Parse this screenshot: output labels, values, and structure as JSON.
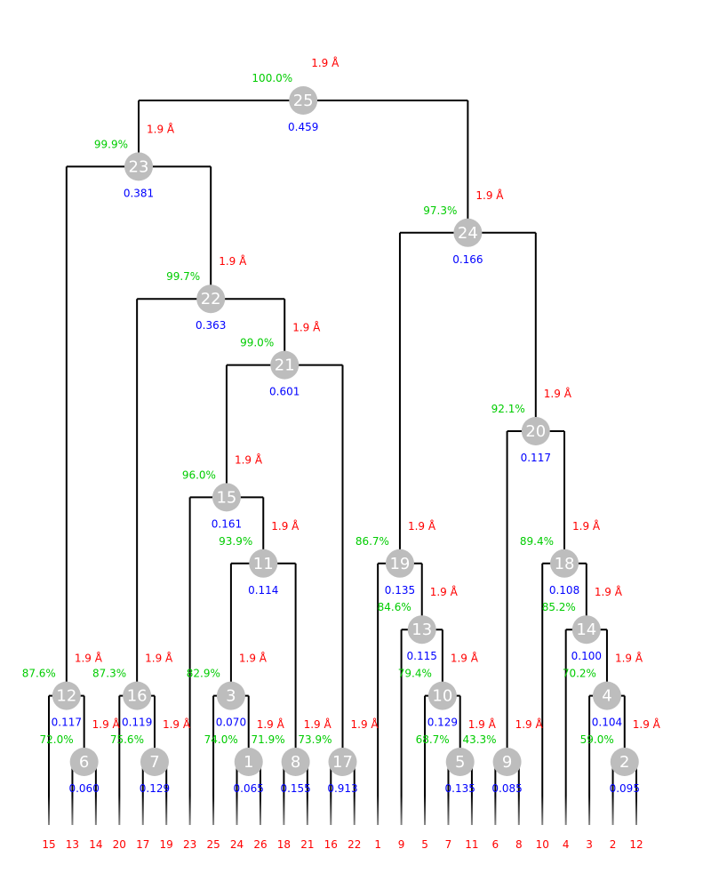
{
  "leaves": [
    "15",
    "13",
    "14",
    "20",
    "17",
    "19",
    "23",
    "25",
    "24",
    "26",
    "18",
    "21",
    "16",
    "22",
    "1",
    "9",
    "5",
    "7",
    "11",
    "6",
    "8",
    "10",
    "4",
    "3",
    "2",
    "12"
  ],
  "colors": {
    "support": "#00cc00",
    "resolution": "#ff0000",
    "distance": "#0000ff",
    "node": "#bdbdbd",
    "leaf_label": "#ff0000"
  },
  "nodes": [
    {
      "id": "25",
      "support": "100.0%",
      "resolution": "1.9 Å",
      "distance": "0.459",
      "children": [
        {
          "node": "23"
        },
        {
          "node": "24"
        }
      ]
    },
    {
      "id": "23",
      "support": "99.9%",
      "resolution": "1.9 Å",
      "distance": "0.381",
      "children": [
        {
          "node": "12"
        },
        {
          "node": "22"
        }
      ]
    },
    {
      "id": "24",
      "support": "97.3%",
      "resolution": "1.9 Å",
      "distance": "0.166",
      "children": [
        {
          "node": "19"
        },
        {
          "node": "20"
        }
      ]
    },
    {
      "id": "22",
      "support": "99.7%",
      "resolution": "1.9 Å",
      "distance": "0.363",
      "children": [
        {
          "node": "16"
        },
        {
          "node": "21"
        }
      ]
    },
    {
      "id": "21",
      "support": "99.0%",
      "resolution": "1.9 Å",
      "distance": "0.601",
      "children": [
        {
          "node": "15"
        },
        {
          "node": "17"
        }
      ]
    },
    {
      "id": "20",
      "support": "92.1%",
      "resolution": "1.9 Å",
      "distance": "0.117",
      "children": [
        {
          "node": "9"
        },
        {
          "node": "18"
        }
      ]
    },
    {
      "id": "15",
      "support": "96.0%",
      "resolution": "1.9 Å",
      "distance": "0.161",
      "children": [
        {
          "leaf": "23"
        },
        {
          "node": "11"
        }
      ]
    },
    {
      "id": "11",
      "support": "93.9%",
      "resolution": "1.9 Å",
      "distance": "0.114",
      "children": [
        {
          "node": "3"
        },
        {
          "node": "8"
        }
      ]
    },
    {
      "id": "19",
      "support": "86.7%",
      "resolution": "1.9 Å",
      "distance": "0.135",
      "children": [
        {
          "leaf": "1"
        },
        {
          "node": "13"
        }
      ]
    },
    {
      "id": "18",
      "support": "89.4%",
      "resolution": "1.9 Å",
      "distance": "0.108",
      "children": [
        {
          "leaf": "10"
        },
        {
          "node": "14"
        }
      ]
    },
    {
      "id": "13",
      "support": "84.6%",
      "resolution": "1.9 Å",
      "distance": "0.115",
      "children": [
        {
          "leaf": "9"
        },
        {
          "node": "10"
        }
      ]
    },
    {
      "id": "14",
      "support": "85.2%",
      "resolution": "1.9 Å",
      "distance": "0.100",
      "children": [
        {
          "leaf": "4"
        },
        {
          "node": "4"
        }
      ]
    },
    {
      "id": "12",
      "support": "87.6%",
      "resolution": "1.9 Å",
      "distance": "0.117",
      "children": [
        {
          "leaf": "15"
        },
        {
          "node": "6"
        }
      ]
    },
    {
      "id": "16",
      "support": "87.3%",
      "resolution": "1.9 Å",
      "distance": "0.119",
      "children": [
        {
          "leaf": "20"
        },
        {
          "node": "7"
        }
      ]
    },
    {
      "id": "3",
      "support": "82.9%",
      "resolution": "1.9 Å",
      "distance": "0.070",
      "children": [
        {
          "leaf": "25"
        },
        {
          "node": "1"
        }
      ]
    },
    {
      "id": "10",
      "support": "79.4%",
      "resolution": "1.9 Å",
      "distance": "0.129",
      "children": [
        {
          "leaf": "5"
        },
        {
          "node": "5"
        }
      ]
    },
    {
      "id": "4",
      "support": "70.2%",
      "resolution": "1.9 Å",
      "distance": "0.104",
      "children": [
        {
          "leaf": "3"
        },
        {
          "node": "2"
        }
      ]
    },
    {
      "id": "6",
      "support": "72.0%",
      "resolution": "1.9 Å",
      "distance": "0.060",
      "children": [
        {
          "leaf": "13"
        },
        {
          "leaf": "14"
        }
      ]
    },
    {
      "id": "7",
      "support": "75.6%",
      "resolution": "1.9 Å",
      "distance": "0.129",
      "children": [
        {
          "leaf": "17"
        },
        {
          "leaf": "19"
        }
      ]
    },
    {
      "id": "1",
      "support": "74.0%",
      "resolution": "1.9 Å",
      "distance": "0.065",
      "children": [
        {
          "leaf": "24"
        },
        {
          "leaf": "26"
        }
      ]
    },
    {
      "id": "8",
      "support": "71.9%",
      "resolution": "1.9 Å",
      "distance": "0.155",
      "children": [
        {
          "leaf": "18"
        },
        {
          "leaf": "21"
        }
      ]
    },
    {
      "id": "17",
      "support": "73.9%",
      "resolution": "1.9 Å",
      "distance": "0.913",
      "children": [
        {
          "leaf": "16"
        },
        {
          "leaf": "22"
        }
      ]
    },
    {
      "id": "5",
      "support": "68.7%",
      "resolution": "1.9 Å",
      "distance": "0.135",
      "children": [
        {
          "leaf": "7"
        },
        {
          "leaf": "11"
        }
      ]
    },
    {
      "id": "9",
      "support": "43.3%",
      "resolution": "1.9 Å",
      "distance": "0.085",
      "children": [
        {
          "leaf": "6"
        },
        {
          "leaf": "8"
        }
      ]
    },
    {
      "id": "2",
      "support": "59.0%",
      "resolution": "1.9 Å",
      "distance": "0.095",
      "children": [
        {
          "leaf": "2"
        },
        {
          "leaf": "12"
        }
      ]
    }
  ]
}
